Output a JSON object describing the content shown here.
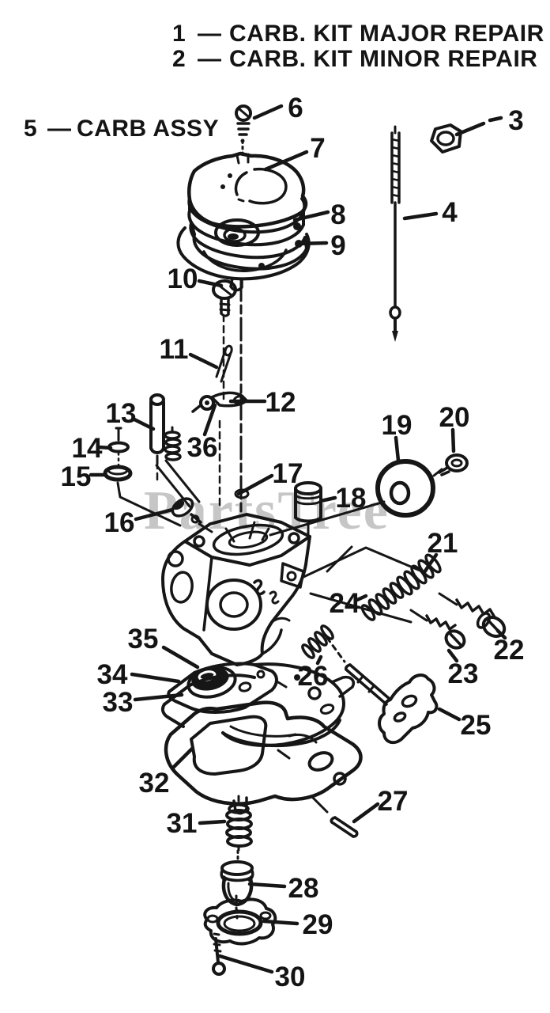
{
  "legend": {
    "separator": "—",
    "items": [
      {
        "num": "1",
        "label": "CARB. KIT MAJOR REPAIR"
      },
      {
        "num": "2",
        "label": "CARB. KIT MINOR REPAIR"
      },
      {
        "num": "5",
        "label": "CARB ASSY"
      }
    ]
  },
  "watermark": {
    "text": "PartsTree",
    "color": "#c6c6c6"
  },
  "colors": {
    "line": "#161616",
    "background": "#ffffff"
  },
  "callouts": {
    "c3": "3",
    "c4": "4",
    "c6": "6",
    "c7": "7",
    "c8": "8",
    "c9": "9",
    "c10": "10",
    "c11": "11",
    "c12": "12",
    "c13": "13",
    "c14": "14",
    "c15": "15",
    "c16": "16",
    "c17": "17",
    "c18": "18",
    "c19": "19",
    "c20": "20",
    "c21": "21",
    "c22": "22",
    "c23": "23",
    "c24": "24",
    "c25": "25",
    "c26": "26",
    "c27": "27",
    "c28": "28",
    "c29": "29",
    "c30": "30",
    "c31": "31",
    "c32": "32",
    "c33": "33",
    "c34": "34",
    "c35": "35",
    "c36": "36"
  }
}
